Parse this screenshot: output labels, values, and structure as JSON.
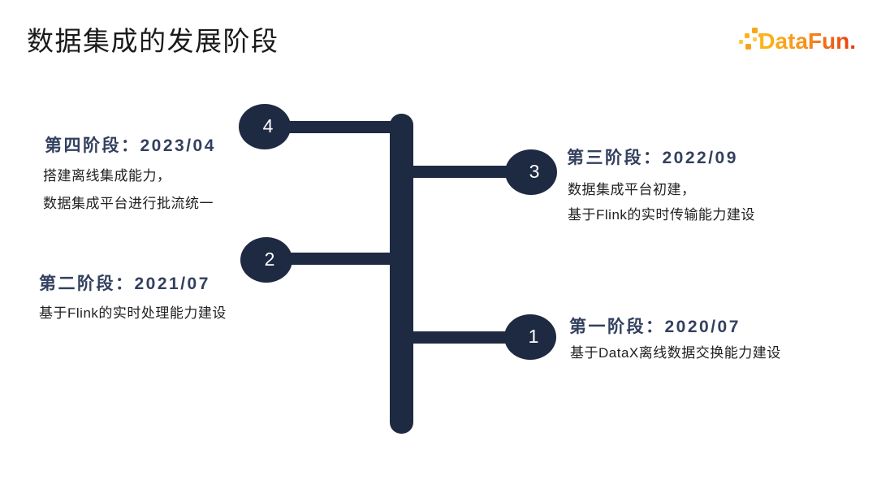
{
  "slide": {
    "title": "数据集成的发展阶段",
    "logo_text": "DataFun."
  },
  "colors": {
    "navy": "#1E2A42",
    "heading": "#33405E",
    "body-text": "#212121",
    "title": "#1A1A1A",
    "logo_yellow": "#FDB913",
    "logo_orange": "#F7941E",
    "logo_red": "#E8380D"
  },
  "timeline": {
    "stages": [
      {
        "number": "4",
        "side": "left",
        "heading": "第四阶段：2023/04",
        "lines": [
          "搭建离线集成能力，",
          "数据集成平台进行批流统一"
        ]
      },
      {
        "number": "3",
        "side": "right",
        "heading": "第三阶段：2022/09",
        "lines": [
          "数据集成平台初建，",
          "基于Flink的实时传输能力建设"
        ]
      },
      {
        "number": "2",
        "side": "left",
        "heading": "第二阶段：2021/07",
        "lines": [
          "基于Flink的实时处理能力建设"
        ]
      },
      {
        "number": "1",
        "side": "right",
        "heading": "第一阶段：2020/07",
        "lines": [
          "基于DataX离线数据交换能力建设"
        ]
      }
    ]
  }
}
